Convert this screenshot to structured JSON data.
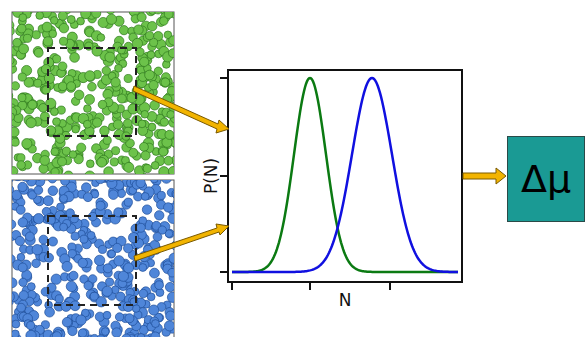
{
  "diagram": {
    "nodes": [
      {
        "text": [
          "Δμ"
        ]
      }
    ],
    "labels": [
      "P(N)",
      "N"
    ]
  }
}
